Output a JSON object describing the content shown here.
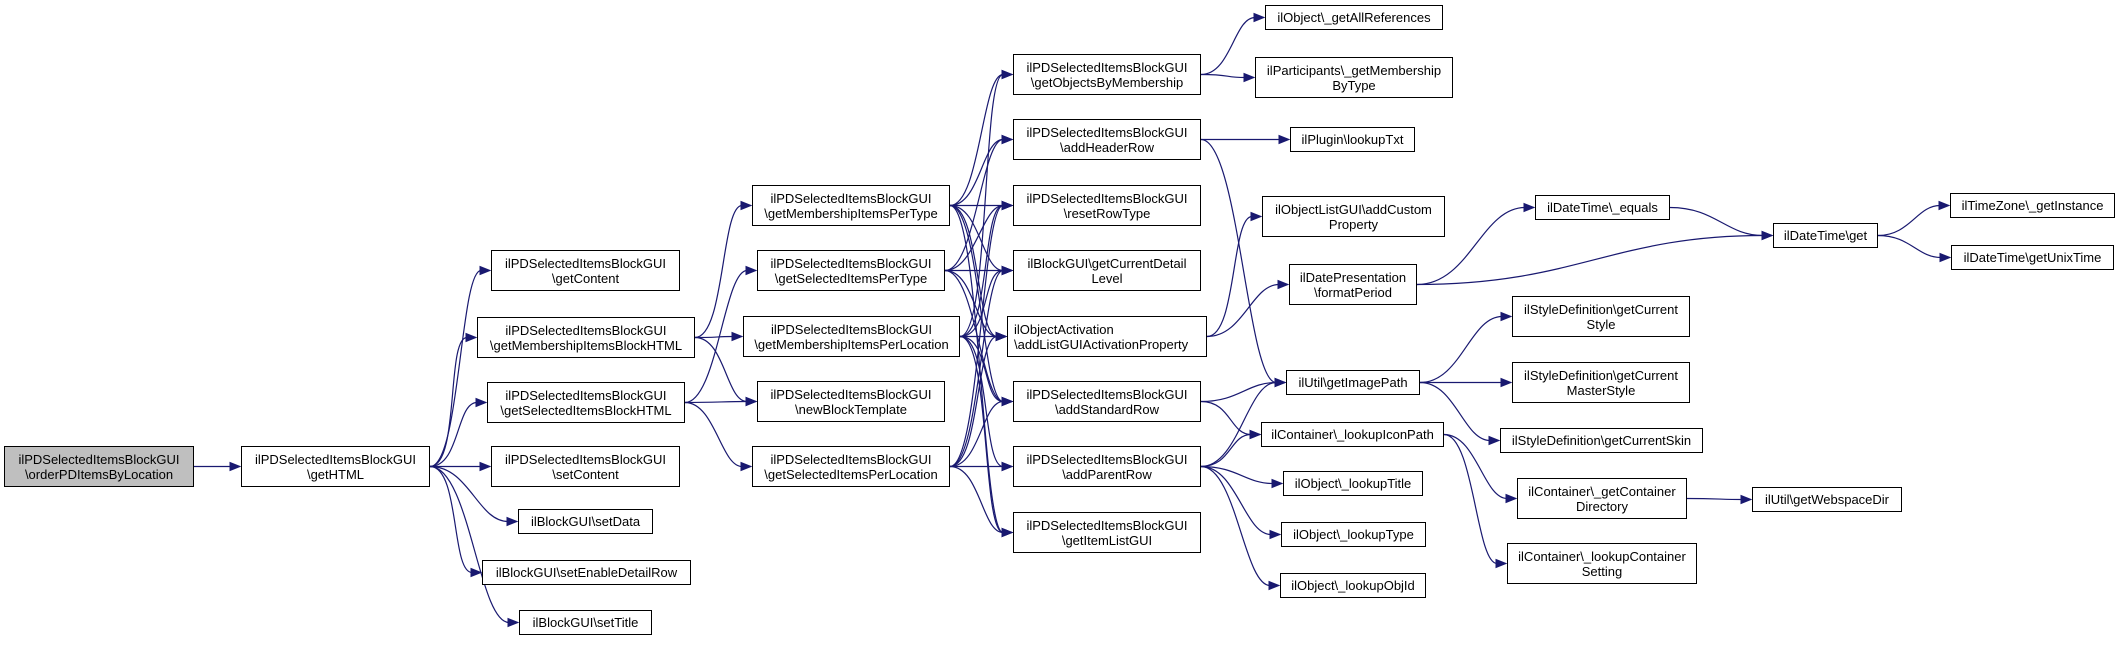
{
  "title": "Call graph of ilPDSelectedItemsBlockGUI\\orderPDItemsByLocation",
  "colors": {
    "edge": "#191970",
    "root_fill": "#bfbfbf",
    "node_fill": "#ffffff",
    "border": "#000000"
  },
  "nodes": [
    {
      "id": "root",
      "label": "ilPDSelectedItemsBlockGUI\n\\orderPDItemsByLocation",
      "root": true
    },
    {
      "id": "getHTML",
      "label": "ilPDSelectedItemsBlockGUI\n\\getHTML"
    },
    {
      "id": "getContent",
      "label": "ilPDSelectedItemsBlockGUI\n\\getContent"
    },
    {
      "id": "getMembershipItemsBlockHTML",
      "label": "ilPDSelectedItemsBlockGUI\n\\getMembershipItemsBlockHTML"
    },
    {
      "id": "getSelectedItemsBlockHTML",
      "label": "ilPDSelectedItemsBlockGUI\n\\getSelectedItemsBlockHTML"
    },
    {
      "id": "setContent",
      "label": "ilPDSelectedItemsBlockGUI\n\\setContent"
    },
    {
      "id": "setData",
      "label": "ilBlockGUI\\setData"
    },
    {
      "id": "setEnableDetailRow",
      "label": "ilBlockGUI\\setEnableDetailRow"
    },
    {
      "id": "setTitle",
      "label": "ilBlockGUI\\setTitle"
    },
    {
      "id": "getMembershipItemsPerType",
      "label": "ilPDSelectedItemsBlockGUI\n\\getMembershipItemsPerType"
    },
    {
      "id": "getSelectedItemsPerType",
      "label": "ilPDSelectedItemsBlockGUI\n\\getSelectedItemsPerType"
    },
    {
      "id": "getMembershipItemsPerLocation",
      "label": "ilPDSelectedItemsBlockGUI\n\\getMembershipItemsPerLocation"
    },
    {
      "id": "newBlockTemplate",
      "label": "ilPDSelectedItemsBlockGUI\n\\newBlockTemplate"
    },
    {
      "id": "getSelectedItemsPerLocation",
      "label": "ilPDSelectedItemsBlockGUI\n\\getSelectedItemsPerLocation"
    },
    {
      "id": "getObjectsByMembership",
      "label": "ilPDSelectedItemsBlockGUI\n\\getObjectsByMembership"
    },
    {
      "id": "addHeaderRow",
      "label": "ilPDSelectedItemsBlockGUI\n\\addHeaderRow"
    },
    {
      "id": "resetRowType",
      "label": "ilPDSelectedItemsBlockGUI\n\\resetRowType"
    },
    {
      "id": "getCurrentDetailLevel",
      "label": "ilBlockGUI\\getCurrentDetail\nLevel"
    },
    {
      "id": "addListGUIActivationProperty",
      "label": "ilObjectActivation\n\\addListGUIActivationProperty"
    },
    {
      "id": "addStandardRow",
      "label": "ilPDSelectedItemsBlockGUI\n\\addStandardRow"
    },
    {
      "id": "addParentRow",
      "label": "ilPDSelectedItemsBlockGUI\n\\addParentRow"
    },
    {
      "id": "getItemListGUI",
      "label": "ilPDSelectedItemsBlockGUI\n\\getItemListGUI"
    },
    {
      "id": "getAllReferences",
      "label": "ilObject\\_getAllReferences"
    },
    {
      "id": "getMembershipByType",
      "label": "ilParticipants\\_getMembership\nByType"
    },
    {
      "id": "lookupTxt",
      "label": "ilPlugin\\lookupTxt"
    },
    {
      "id": "addCustomProperty",
      "label": "ilObjectListGUI\\addCustom\nProperty"
    },
    {
      "id": "formatPeriod",
      "label": "ilDatePresentation\n\\formatPeriod"
    },
    {
      "id": "getImagePath",
      "label": "ilUtil\\getImagePath"
    },
    {
      "id": "lookupIconPath",
      "label": "ilContainer\\_lookupIconPath"
    },
    {
      "id": "lookupTitle",
      "label": "ilObject\\_lookupTitle"
    },
    {
      "id": "lookupType",
      "label": "ilObject\\_lookupType"
    },
    {
      "id": "lookupObjId",
      "label": "ilObject\\_lookupObjId"
    },
    {
      "id": "dtEquals",
      "label": "ilDateTime\\_equals"
    },
    {
      "id": "getCurrentStyle",
      "label": "ilStyleDefinition\\getCurrent\nStyle"
    },
    {
      "id": "getCurrentMasterStyle",
      "label": "ilStyleDefinition\\getCurrent\nMasterStyle"
    },
    {
      "id": "getCurrentSkin",
      "label": "ilStyleDefinition\\getCurrentSkin"
    },
    {
      "id": "getContainerDirectory",
      "label": "ilContainer\\_getContainer\nDirectory"
    },
    {
      "id": "lookupContainerSetting",
      "label": "ilContainer\\_lookupContainer\nSetting"
    },
    {
      "id": "dtGet",
      "label": "ilDateTime\\get"
    },
    {
      "id": "getWebspaceDir",
      "label": "ilUtil\\getWebspaceDir"
    },
    {
      "id": "getInstance",
      "label": "ilTimeZone\\_getInstance"
    },
    {
      "id": "getUnixTime",
      "label": "ilDateTime\\getUnixTime"
    }
  ],
  "edges": [
    [
      "root",
      "getHTML"
    ],
    [
      "getHTML",
      "getContent"
    ],
    [
      "getHTML",
      "getMembershipItemsBlockHTML"
    ],
    [
      "getHTML",
      "getSelectedItemsBlockHTML"
    ],
    [
      "getHTML",
      "setContent"
    ],
    [
      "getHTML",
      "setData"
    ],
    [
      "getHTML",
      "setEnableDetailRow"
    ],
    [
      "getHTML",
      "setTitle"
    ],
    [
      "getMembershipItemsBlockHTML",
      "getMembershipItemsPerType"
    ],
    [
      "getMembershipItemsBlockHTML",
      "getMembershipItemsPerLocation"
    ],
    [
      "getMembershipItemsBlockHTML",
      "newBlockTemplate"
    ],
    [
      "getSelectedItemsBlockHTML",
      "getSelectedItemsPerType"
    ],
    [
      "getSelectedItemsBlockHTML",
      "newBlockTemplate"
    ],
    [
      "getSelectedItemsBlockHTML",
      "getSelectedItemsPerLocation"
    ],
    [
      "getMembershipItemsPerType",
      "getObjectsByMembership"
    ],
    [
      "getMembershipItemsPerType",
      "addHeaderRow"
    ],
    [
      "getMembershipItemsPerType",
      "resetRowType"
    ],
    [
      "getMembershipItemsPerType",
      "getCurrentDetailLevel"
    ],
    [
      "getMembershipItemsPerType",
      "addListGUIActivationProperty"
    ],
    [
      "getMembershipItemsPerType",
      "addStandardRow"
    ],
    [
      "getMembershipItemsPerType",
      "getItemListGUI"
    ],
    [
      "getSelectedItemsPerType",
      "addHeaderRow"
    ],
    [
      "getSelectedItemsPerType",
      "resetRowType"
    ],
    [
      "getSelectedItemsPerType",
      "getCurrentDetailLevel"
    ],
    [
      "getSelectedItemsPerType",
      "addListGUIActivationProperty"
    ],
    [
      "getSelectedItemsPerType",
      "addStandardRow"
    ],
    [
      "getMembershipItemsPerLocation",
      "getObjectsByMembership"
    ],
    [
      "getMembershipItemsPerLocation",
      "resetRowType"
    ],
    [
      "getMembershipItemsPerLocation",
      "getCurrentDetailLevel"
    ],
    [
      "getMembershipItemsPerLocation",
      "addListGUIActivationProperty"
    ],
    [
      "getMembershipItemsPerLocation",
      "addStandardRow"
    ],
    [
      "getMembershipItemsPerLocation",
      "addParentRow"
    ],
    [
      "getMembershipItemsPerLocation",
      "getItemListGUI"
    ],
    [
      "getSelectedItemsPerLocation",
      "resetRowType"
    ],
    [
      "getSelectedItemsPerLocation",
      "getCurrentDetailLevel"
    ],
    [
      "getSelectedItemsPerLocation",
      "addListGUIActivationProperty"
    ],
    [
      "getSelectedItemsPerLocation",
      "addStandardRow"
    ],
    [
      "getSelectedItemsPerLocation",
      "addParentRow"
    ],
    [
      "getSelectedItemsPerLocation",
      "getItemListGUI"
    ],
    [
      "getObjectsByMembership",
      "getAllReferences"
    ],
    [
      "getObjectsByMembership",
      "getMembershipByType"
    ],
    [
      "addHeaderRow",
      "lookupTxt"
    ],
    [
      "addHeaderRow",
      "getImagePath"
    ],
    [
      "addListGUIActivationProperty",
      "addCustomProperty"
    ],
    [
      "addListGUIActivationProperty",
      "formatPeriod"
    ],
    [
      "addStandardRow",
      "getImagePath"
    ],
    [
      "addStandardRow",
      "lookupIconPath"
    ],
    [
      "addParentRow",
      "getImagePath"
    ],
    [
      "addParentRow",
      "lookupIconPath"
    ],
    [
      "addParentRow",
      "lookupTitle"
    ],
    [
      "addParentRow",
      "lookupType"
    ],
    [
      "addParentRow",
      "lookupObjId"
    ],
    [
      "formatPeriod",
      "dtEquals"
    ],
    [
      "formatPeriod",
      "dtGet"
    ],
    [
      "getImagePath",
      "getCurrentStyle"
    ],
    [
      "getImagePath",
      "getCurrentMasterStyle"
    ],
    [
      "getImagePath",
      "getCurrentSkin"
    ],
    [
      "lookupIconPath",
      "getContainerDirectory"
    ],
    [
      "lookupIconPath",
      "lookupContainerSetting"
    ],
    [
      "dtEquals",
      "dtGet"
    ],
    [
      "getContainerDirectory",
      "getWebspaceDir"
    ],
    [
      "dtGet",
      "getInstance"
    ],
    [
      "dtGet",
      "getUnixTime"
    ]
  ]
}
